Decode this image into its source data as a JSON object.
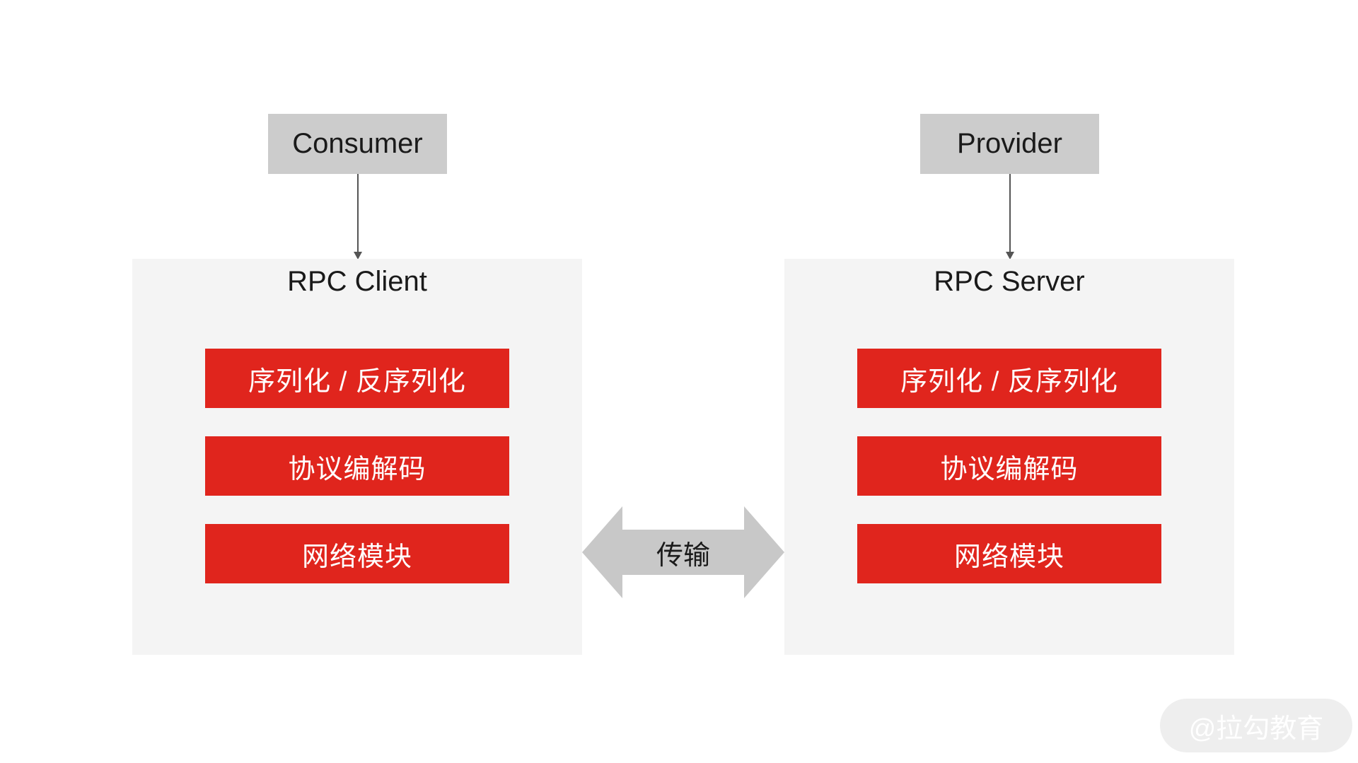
{
  "consumer": {
    "label": "Consumer"
  },
  "provider": {
    "label": "Provider"
  },
  "client": {
    "title": "RPC Client",
    "modules": [
      "序列化 / 反序列化",
      "协议编解码",
      "网络模块"
    ]
  },
  "server": {
    "title": "RPC Server",
    "modules": [
      "序列化 / 反序列化",
      "协议编解码",
      "网络模块"
    ]
  },
  "transport": {
    "label": "传输"
  },
  "watermark": {
    "text": "@拉勾教育"
  },
  "colors": {
    "module_fill": "#e0251d",
    "role_fill": "#cccccc",
    "panel_fill": "#f4f4f4",
    "arrow_fill": "#c8c8c8"
  }
}
